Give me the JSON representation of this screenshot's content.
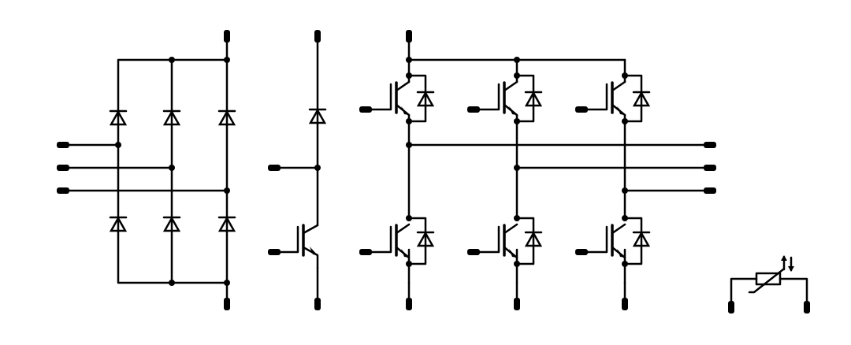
{
  "diagram": {
    "kind": "power-module-schematic",
    "colors": {
      "background": "#ffffff",
      "line": "#000000"
    },
    "blocks": [
      "rectifier-bridge",
      "brake-chopper",
      "inverter-bridge",
      "ntc-thermistor"
    ]
  }
}
